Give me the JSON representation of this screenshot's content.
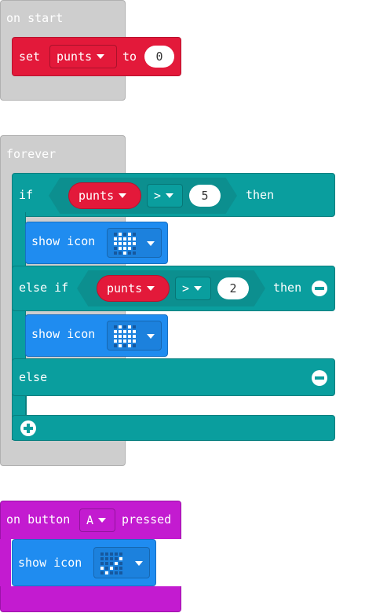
{
  "on_start": {
    "hat_label": "on start",
    "set_label": "set",
    "variable": "punts",
    "to_label": "to",
    "value": "0"
  },
  "forever": {
    "hat_label": "forever",
    "if_label": "if",
    "if_variable": "punts",
    "if_operator": ">",
    "if_value": "5",
    "then_label": "then",
    "show_icon_label": "show icon",
    "else_if_label": "else if",
    "else_if_variable": "punts",
    "else_if_operator": ">",
    "else_if_value": "2",
    "else_if_then_label": "then",
    "else_label": "else",
    "show_icon_label_2": "show icon"
  },
  "on_button": {
    "hat_label": "on button",
    "button": "A",
    "pressed_label": "pressed",
    "show_icon_label": "show icon"
  },
  "icons": {
    "heart": [
      0,
      1,
      0,
      1,
      0,
      1,
      1,
      1,
      1,
      1,
      1,
      1,
      1,
      1,
      1,
      0,
      1,
      1,
      1,
      0,
      0,
      0,
      1,
      0,
      0
    ],
    "small_heart": [
      0,
      1,
      0,
      1,
      0,
      1,
      1,
      1,
      1,
      1,
      1,
      1,
      1,
      1,
      1,
      1,
      1,
      1,
      1,
      1,
      0,
      1,
      0,
      1,
      0
    ],
    "check": [
      0,
      0,
      0,
      0,
      0,
      0,
      0,
      0,
      0,
      1,
      0,
      0,
      0,
      1,
      0,
      1,
      0,
      1,
      0,
      0,
      0,
      1,
      0,
      0,
      0
    ]
  },
  "colors": {
    "events": "#cecece",
    "logic": "#0a9e9e",
    "variables": "#e3193a",
    "basic": "#1f8cf0",
    "input": "#c31bd0"
  }
}
